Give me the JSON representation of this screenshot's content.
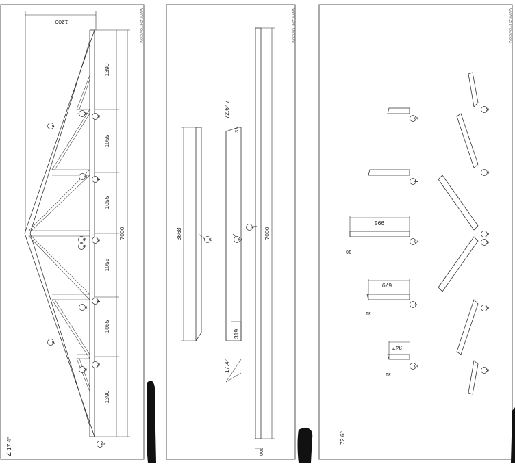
{
  "watermark": "WWW.ZHITOV.COM",
  "panel1": {
    "angle": "∠ 17.4°",
    "span": "1200",
    "total_length": "7000",
    "segments": [
      "1390",
      "1055",
      "1055",
      "1055",
      "1055",
      "1390"
    ],
    "parts": [
      "1",
      "2",
      "3",
      "4",
      "5",
      "6",
      "7",
      "8"
    ]
  },
  "panel2": {
    "top_angle": "72.6° 7",
    "chord_length": "3668",
    "bottom_length": "7000",
    "depth": "319",
    "small": "31",
    "offset": "100",
    "angle": "17.4°",
    "parts": [
      "1",
      "2"
    ]
  },
  "panel3": {
    "angle": "72.6°",
    "post3_length": "995",
    "post3_small": "16",
    "post4_length": "679",
    "post4_small": "31",
    "post5_length": "347",
    "post5_small": "31",
    "parts": [
      "3",
      "4",
      "5",
      "6",
      "7",
      "8"
    ]
  }
}
